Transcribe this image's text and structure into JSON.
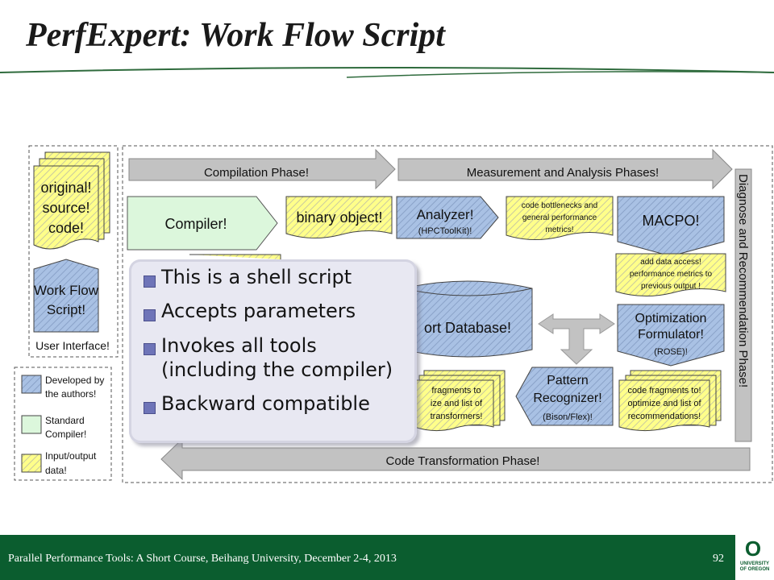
{
  "slide": {
    "title": "PerfExpert: Work Flow Script",
    "footer": "Parallel Performance Tools: A Short Course, Beihang University, December 2-4, 2013",
    "page_number": "92",
    "logo_letter": "O",
    "logo_lines": [
      "UNIVERSITY",
      "OF OREGON"
    ]
  },
  "diagram": {
    "phases": {
      "compilation": "Compilation Phase!",
      "measurement": "Measurement and Analysis Phases!",
      "diagnose": "Diagnose and Recommendation Phase!",
      "transformation": "Code Transformation Phase!"
    },
    "source_code": [
      "original!",
      "source!",
      "code!"
    ],
    "workflow_script": [
      "Work Flow",
      "Script!"
    ],
    "user_interface": "User Interface!",
    "compiler": "Compiler!",
    "binary_object": "binary object!",
    "analyzer": [
      "Analyzer!",
      "(HPCToolKit)!"
    ],
    "bottlenecks": [
      "code bottlenecks and",
      "general performance",
      "metrics!"
    ],
    "macpo": "MACPO!",
    "data_access": [
      "add data access!",
      "performance metrics to",
      "previous output !"
    ],
    "database": "ort Database!",
    "optimization": [
      "Optimization",
      "Formulator!",
      "(ROSE)!"
    ],
    "pattern": [
      "Pattern",
      "Recognizer!",
      "(Bison/Flex)!"
    ],
    "left_fragments": [
      "fragments to",
      "ize and list of",
      "transformers!"
    ],
    "right_fragments": [
      "code fragments to!",
      "optimize and list of",
      "recommendations!"
    ],
    "legend": [
      {
        "label": [
          "Developed by",
          "the authors!"
        ]
      },
      {
        "label": [
          "Standard",
          "Compiler!"
        ]
      },
      {
        "label": [
          "Input/output",
          "data!"
        ]
      }
    ],
    "colors": {
      "blue_fill": "#a9c1e4",
      "yellow_fill": "#ffff8a",
      "green_fill": "#dcf7dc",
      "gray_arrow": "#c2c2c2"
    }
  },
  "callout": {
    "items": [
      {
        "text": "This is a shell script"
      },
      {
        "text": "Accepts parameters"
      },
      {
        "line1": "Invokes all tools",
        "line2": "(including the compiler)"
      },
      {
        "text": "Backward compatible"
      }
    ]
  }
}
